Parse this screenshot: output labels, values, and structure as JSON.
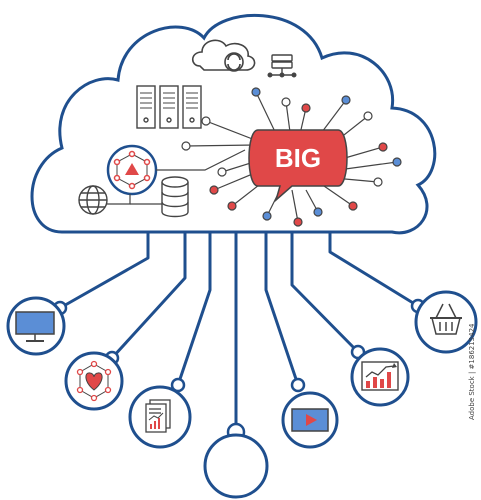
{
  "big_label": "BIG",
  "side_id": "Adobe Stock | #186215424",
  "colors": {
    "line": "#1f4f8e",
    "accent": "#e04848",
    "node_blue": "#5b8ed6",
    "icon_stroke": "#555555",
    "background": "#ffffff"
  },
  "nodes": [
    {
      "id": "computer",
      "icon": "monitor-icon"
    },
    {
      "id": "heart-network",
      "icon": "heart-network-icon"
    },
    {
      "id": "document-report",
      "icon": "document-chart-icon"
    },
    {
      "id": "empty",
      "icon": "empty-node"
    },
    {
      "id": "video",
      "icon": "video-play-icon"
    },
    {
      "id": "growth-chart",
      "icon": "growth-chart-icon"
    },
    {
      "id": "shopping-basket",
      "icon": "basket-icon"
    }
  ],
  "cloud_icons": [
    "cloud-refresh-icon",
    "database-server-icon",
    "server-rack-icon",
    "network-warning-icon",
    "globe-icon",
    "database-icon",
    "speech-bubble-icon"
  ]
}
